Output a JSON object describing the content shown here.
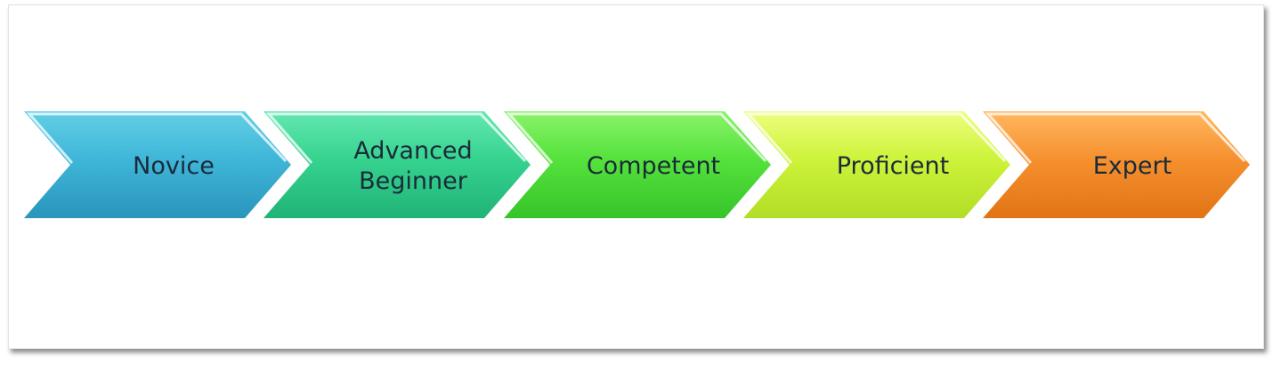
{
  "stages": [
    {
      "label_lines": [
        "Novice"
      ],
      "color_top": "#63cfe6",
      "color_mid": "#3fb6d8",
      "color_bottom": "#2a95bd"
    },
    {
      "label_lines": [
        "Advanced",
        "Beginner"
      ],
      "color_top": "#64e8b2",
      "color_mid": "#36d38f",
      "color_bottom": "#20b377"
    },
    {
      "label_lines": [
        "Competent"
      ],
      "color_top": "#8af36a",
      "color_mid": "#55e23c",
      "color_bottom": "#36c42a"
    },
    {
      "label_lines": [
        "Proficient"
      ],
      "color_top": "#eefe7e",
      "color_mid": "#cdf33a",
      "color_bottom": "#b2dd26"
    },
    {
      "label_lines": [
        "Expert"
      ],
      "color_top": "#ffb860",
      "color_mid": "#f6902e",
      "color_bottom": "#e17415"
    }
  ]
}
